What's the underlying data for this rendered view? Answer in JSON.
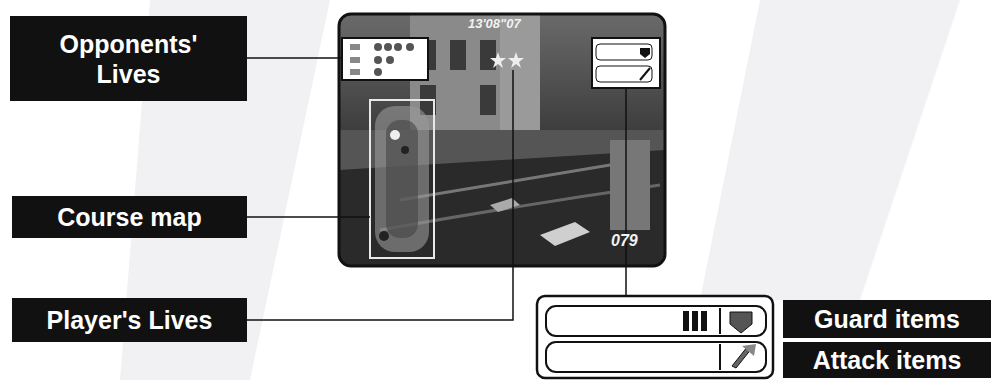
{
  "diagram": {
    "nodes": [
      {
        "text": [
          "Opponents' Lives"
        ]
      },
      {
        "text": [
          "Course map"
        ]
      },
      {
        "text": [
          "Player's Lives"
        ]
      },
      {
        "text": [
          "Guard items"
        ]
      },
      {
        "text": [
          "Attack items"
        ]
      }
    ],
    "labels": [
      "13'08\"07",
      "079"
    ]
  }
}
